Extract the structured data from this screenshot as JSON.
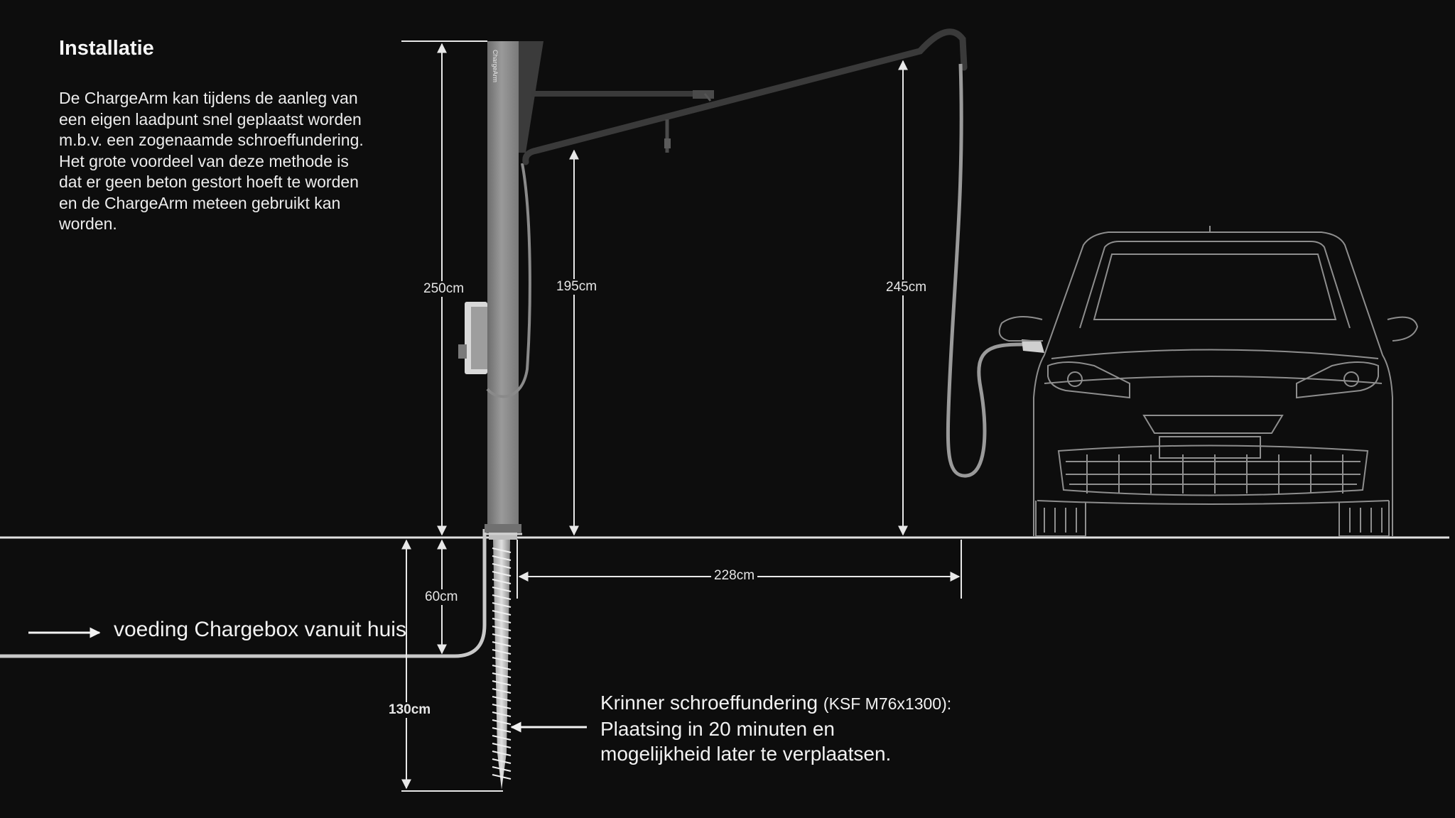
{
  "title": "Installatie",
  "intro": "De ChargeArm kan tijdens de aanleg van een eigen laadpunt snel geplaatst worden m.b.v. een zogenaamde schroeffundering. Het grote voordeel van deze methode is dat er geen beton gestort hoeft te worden en de ChargeArm meteen gebruikt kan worden.",
  "dimensions": {
    "pole_height": "250cm",
    "arm_height": "195cm",
    "hose_height": "245cm",
    "reach": "228cm",
    "cable_depth": "60cm",
    "foundation_depth": "130cm"
  },
  "annotations": {
    "power_feed": "voeding Chargebox vanuit huis",
    "foundation_title": "Krinner schroeffundering",
    "foundation_spec": "(KSF M76x1300):",
    "foundation_line2": "Plaatsing in 20 minuten en",
    "foundation_line3": "mogelijkheid later te verplaatsen."
  },
  "pole_brand": "ChargeArm",
  "colors": {
    "background": "#0d0d0d",
    "text": "#f2f2f2",
    "pole": "#8c8c8c",
    "arm": "#3a3a3a",
    "lines": "#e8e8e8",
    "car_outline": "#9a9a9a"
  }
}
